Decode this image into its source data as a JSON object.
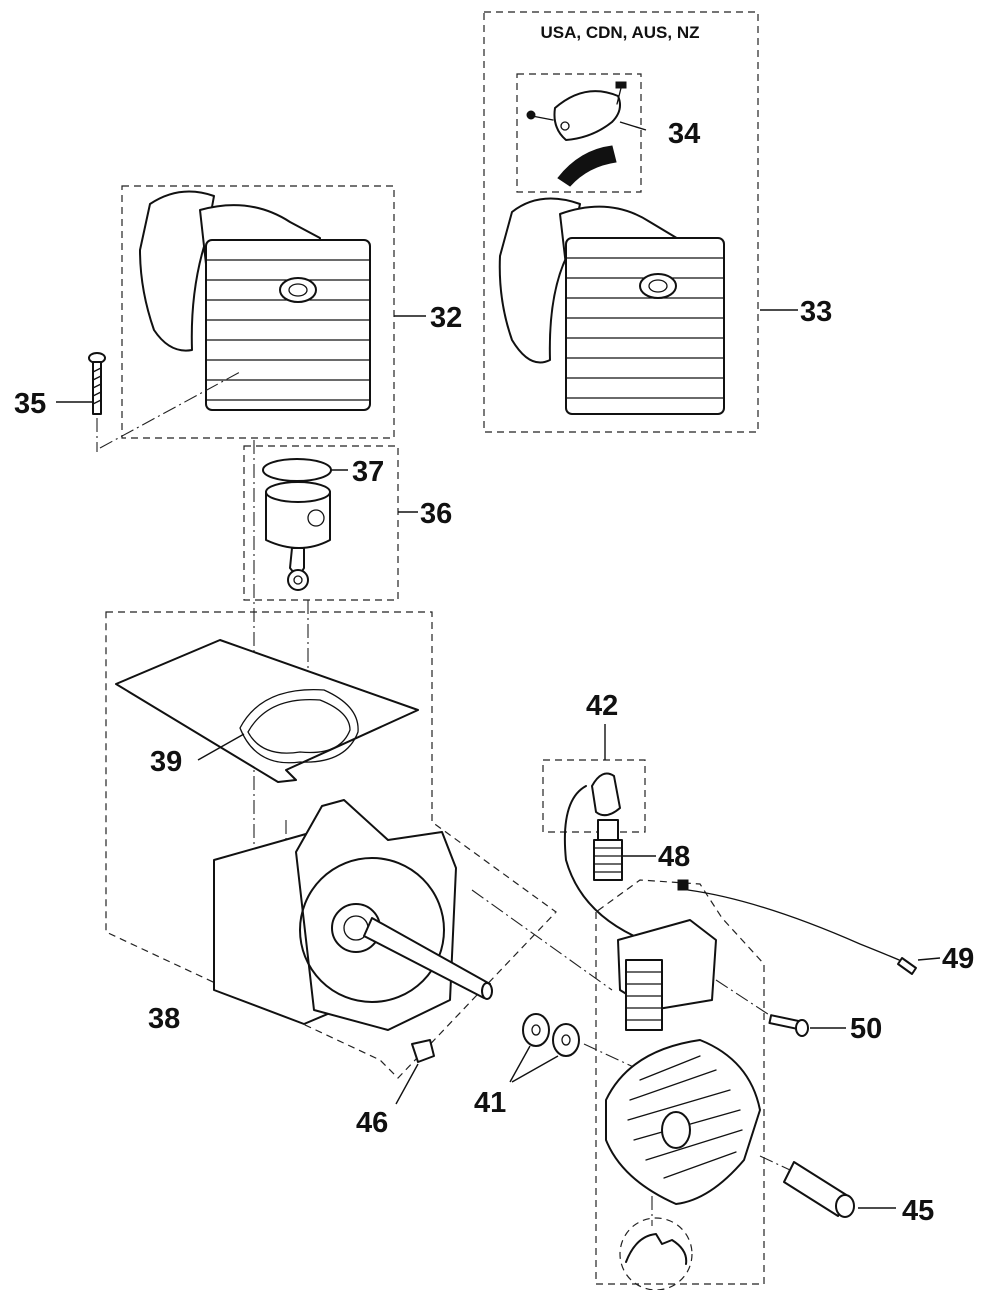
{
  "region_label": "USA, CDN, AUS, NZ",
  "callouts": {
    "p32": "32",
    "p33": "33",
    "p34": "34",
    "p35": "35",
    "p36": "36",
    "p37": "37",
    "p38": "38",
    "p39": "39",
    "p41": "41",
    "p42": "42",
    "p45": "45",
    "p46": "46",
    "p48": "48",
    "p49": "49",
    "p50": "50"
  },
  "colors": {
    "ink": "#111111",
    "background": "#ffffff"
  }
}
